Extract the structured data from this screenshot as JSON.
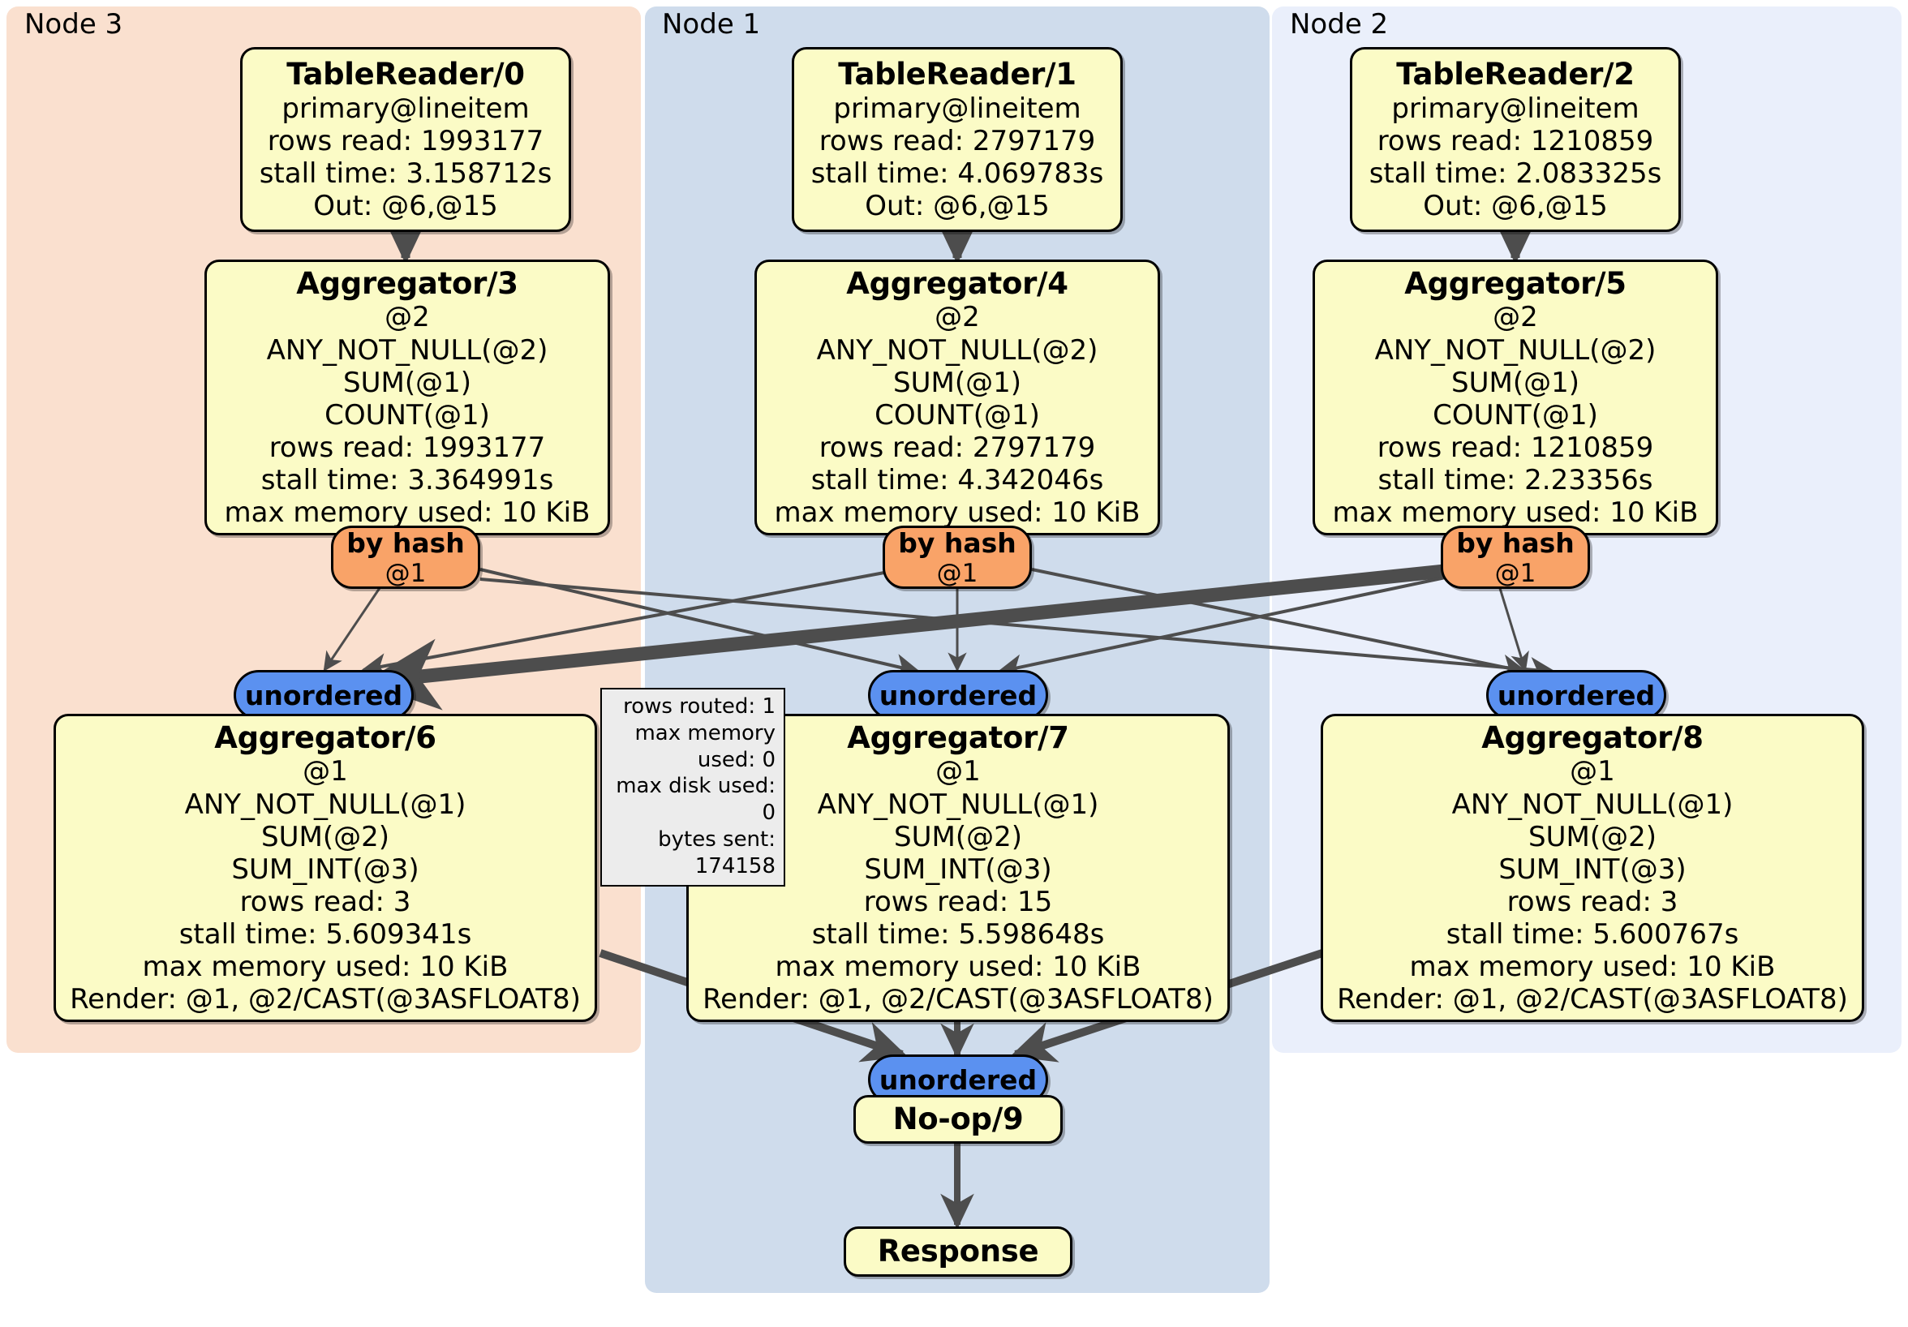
{
  "diagram": {
    "type": "distributed-query-plan",
    "colors": {
      "node3_panel": "#fae0cf",
      "node1_panel": "#cfdcec",
      "node2_panel": "#eaeffb",
      "operator_fill": "#fbfbc6",
      "hash_router_fill": "#f9a368",
      "unordered_router_fill": "#5b91f0",
      "stats_fill": "#ececec",
      "edge_color": "#4d4d4d",
      "border": "#000000"
    }
  },
  "clusters": [
    {
      "id": "node3",
      "label": "Node 3"
    },
    {
      "id": "node1",
      "label": "Node 1"
    },
    {
      "id": "node2",
      "label": "Node 2"
    }
  ],
  "operators": {
    "tablereader0": {
      "title": "TableReader/0",
      "lines": [
        "primary@lineitem",
        "rows read: 1993177",
        "stall time: 3.158712s",
        "Out: @6,@15"
      ]
    },
    "tablereader1": {
      "title": "TableReader/1",
      "lines": [
        "primary@lineitem",
        "rows read: 2797179",
        "stall time: 4.069783s",
        "Out: @6,@15"
      ]
    },
    "tablereader2": {
      "title": "TableReader/2",
      "lines": [
        "primary@lineitem",
        "rows read: 1210859",
        "stall time: 2.083325s",
        "Out: @6,@15"
      ]
    },
    "aggregator3": {
      "title": "Aggregator/3",
      "lines": [
        "@2",
        "ANY_NOT_NULL(@2)",
        "SUM(@1)",
        "COUNT(@1)",
        "rows read: 1993177",
        "stall time: 3.364991s",
        "max memory used: 10 KiB"
      ]
    },
    "aggregator4": {
      "title": "Aggregator/4",
      "lines": [
        "@2",
        "ANY_NOT_NULL(@2)",
        "SUM(@1)",
        "COUNT(@1)",
        "rows read: 2797179",
        "stall time: 4.342046s",
        "max memory used: 10 KiB"
      ]
    },
    "aggregator5": {
      "title": "Aggregator/5",
      "lines": [
        "@2",
        "ANY_NOT_NULL(@2)",
        "SUM(@1)",
        "COUNT(@1)",
        "rows read: 1210859",
        "stall time: 2.23356s",
        "max memory used: 10 KiB"
      ]
    },
    "aggregator6": {
      "title": "Aggregator/6",
      "lines": [
        "@1",
        "ANY_NOT_NULL(@1)",
        "SUM(@2)",
        "SUM_INT(@3)",
        "rows read: 3",
        "stall time: 5.609341s",
        "max memory used: 10 KiB",
        "Render: @1, @2/CAST(@3ASFLOAT8)"
      ]
    },
    "aggregator7": {
      "title": "Aggregator/7",
      "lines": [
        "@1",
        "ANY_NOT_NULL(@1)",
        "SUM(@2)",
        "SUM_INT(@3)",
        "rows read: 15",
        "stall time: 5.598648s",
        "max memory used: 10 KiB",
        "Render: @1, @2/CAST(@3ASFLOAT8)"
      ]
    },
    "aggregator8": {
      "title": "Aggregator/8",
      "lines": [
        "@1",
        "ANY_NOT_NULL(@1)",
        "SUM(@2)",
        "SUM_INT(@3)",
        "rows read: 3",
        "stall time: 5.600767s",
        "max memory used: 10 KiB",
        "Render: @1, @2/CAST(@3ASFLOAT8)"
      ]
    },
    "noop9": {
      "title": "No-op/9",
      "lines": []
    },
    "response": {
      "title": "Response",
      "lines": []
    }
  },
  "routers": {
    "hash3": {
      "title": "by hash",
      "sub": "@1"
    },
    "hash4": {
      "title": "by hash",
      "sub": "@1"
    },
    "hash5": {
      "title": "by hash",
      "sub": "@1"
    },
    "unordered6": {
      "title": "unordered",
      "sub": ""
    },
    "unordered7": {
      "title": "unordered",
      "sub": ""
    },
    "unordered8": {
      "title": "unordered",
      "sub": ""
    },
    "unordered9": {
      "title": "unordered",
      "sub": ""
    }
  },
  "stats_box": {
    "lines": [
      "rows routed: 1",
      "max memory used: 0",
      "max disk used: 0",
      "bytes sent: 174158"
    ]
  }
}
